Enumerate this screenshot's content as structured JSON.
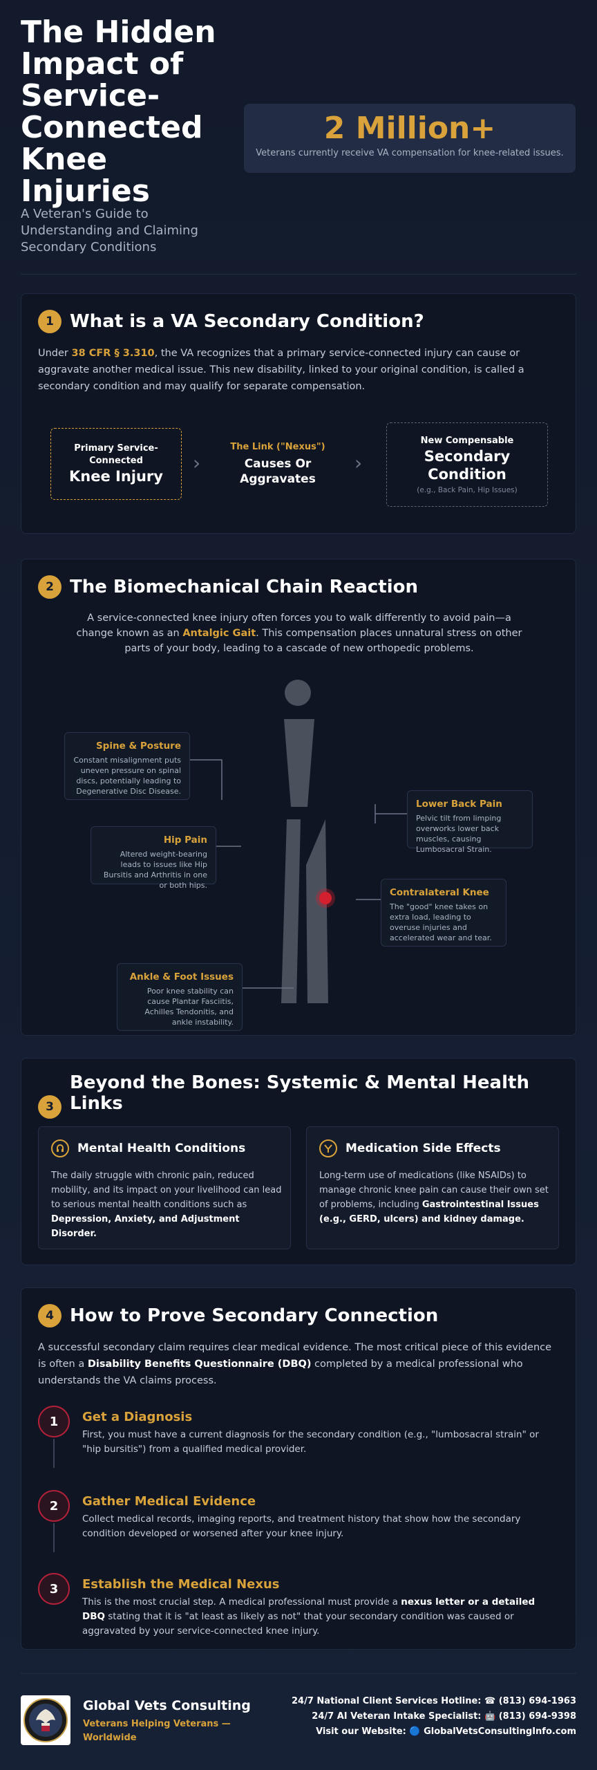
{
  "hero": {
    "title": "The Hidden Impact of Service-Connected Knee Injuries",
    "subtitle": "A Veteran's Guide to Understanding and Claiming Secondary Conditions",
    "stat_number": "2 Million+",
    "stat_caption": "Veterans currently receive VA compensation for knee-related issues."
  },
  "section1": {
    "number": "1",
    "title": "What is a VA Secondary Condition?",
    "text_before": "Under ",
    "regulation": "38 CFR § 3.310",
    "text_after": ", the VA recognizes that a primary service-connected injury can cause or aggravate another medical issue. This new disability, linked to your original condition, is called a secondary condition and may qualify for separate compensation.",
    "flow": {
      "primary_small": "Primary Service-Connected",
      "primary_big": "Knee Injury",
      "link_label": "The Link (\"Nexus\")",
      "link_text": "Causes Or Aggravates",
      "secondary_small": "New Compensable",
      "secondary_big": "Secondary Condition",
      "secondary_example": "(e.g., Back Pain, Hip Issues)"
    }
  },
  "section2": {
    "number": "2",
    "title": "The Biomechanical Chain Reaction",
    "intro_before": "A service-connected knee injury often forces you to walk differently to avoid pain—a change known as an ",
    "intro_term": "Antalgic Gait",
    "intro_after": ". This compensation places unnatural stress on other parts of your body, leading to a cascade of new orthopedic problems.",
    "callouts": {
      "spine": {
        "title": "Spine & Posture",
        "text": "Constant misalignment puts uneven pressure on spinal discs, potentially leading to Degenerative Disc Disease."
      },
      "hip": {
        "title": "Hip Pain",
        "text": "Altered weight-bearing leads to issues like Hip Bursitis and Arthritis in one or both hips."
      },
      "ankle": {
        "title": "Ankle & Foot Issues",
        "text": "Poor knee stability can cause Plantar Fasciitis, Achilles Tendonitis, and ankle instability."
      },
      "lower_back": {
        "title": "Lower Back Pain",
        "text": "Pelvic tilt from limping overworks lower back muscles, causing Lumbosacral Strain."
      },
      "contralateral": {
        "title": "Contralateral Knee",
        "text": "The \"good\" knee takes on extra load, leading to overuse injuries and accelerated wear and tear."
      }
    }
  },
  "section3": {
    "number": "3",
    "title": "Beyond the Bones: Systemic & Mental Health Links",
    "mental": {
      "icon": "brain-icon",
      "title": "Mental Health Conditions",
      "text": "The daily struggle with chronic pain, reduced mobility, and its impact on your livelihood can lead to serious mental health conditions such as ",
      "bold": "Depression, Anxiety, and Adjustment Disorder."
    },
    "medication": {
      "icon": "pill-icon",
      "title": "Medication Side Effects",
      "text": "Long-term use of medications (like NSAIDs) to manage chronic knee pain can cause their own set of problems, including ",
      "bold": "Gastrointestinal Issues (e.g., GERD, ulcers) and kidney damage."
    }
  },
  "section4": {
    "number": "4",
    "title": "How to Prove Secondary Connection",
    "intro_before": "A successful secondary claim requires clear medical evidence. The most critical piece of this evidence is often a ",
    "intro_bold": "Disability Benefits Questionnaire (DBQ)",
    "intro_after": " completed by a medical professional who understands the VA claims process.",
    "steps": [
      {
        "num": "1",
        "title": "Get a Diagnosis",
        "text": "First, you must have a current diagnosis for the secondary condition (e.g., \"lumbosacral strain\" or \"hip bursitis\") from a qualified medical provider.",
        "bold": "",
        "text_after": ""
      },
      {
        "num": "2",
        "title": "Gather Medical Evidence",
        "text": "Collect medical records, imaging reports, and treatment history that show how the secondary condition developed or worsened after your knee injury.",
        "bold": "",
        "text_after": ""
      },
      {
        "num": "3",
        "title": "Establish the Medical Nexus",
        "text": "This is the most crucial step. A medical professional must provide a ",
        "bold": "nexus letter or a detailed DBQ",
        "text_after": " stating that it is \"at least as likely as not\" that your secondary condition was caused or aggravated by your service-connected knee injury."
      }
    ]
  },
  "footer": {
    "brand_name": "Global Vets Consulting",
    "tagline": "Veterans Helping Veterans — Worldwide",
    "hotline_label": "24/7 National Client Services Hotline: ☎",
    "hotline": "(813) 694-1963",
    "intake_label": "24/7 AI Veteran Intake Specialist: 🤖",
    "intake": "(813) 694-9398",
    "website_label": "Visit our Website: 🔵",
    "website": "GlobalVetsConsultingInfo.com"
  },
  "colors": {
    "accent": "#d9a23a",
    "background": "#141c2e",
    "panel": "#0f1522",
    "step_ring": "#b3203a",
    "pain_point": "#d4202e"
  }
}
